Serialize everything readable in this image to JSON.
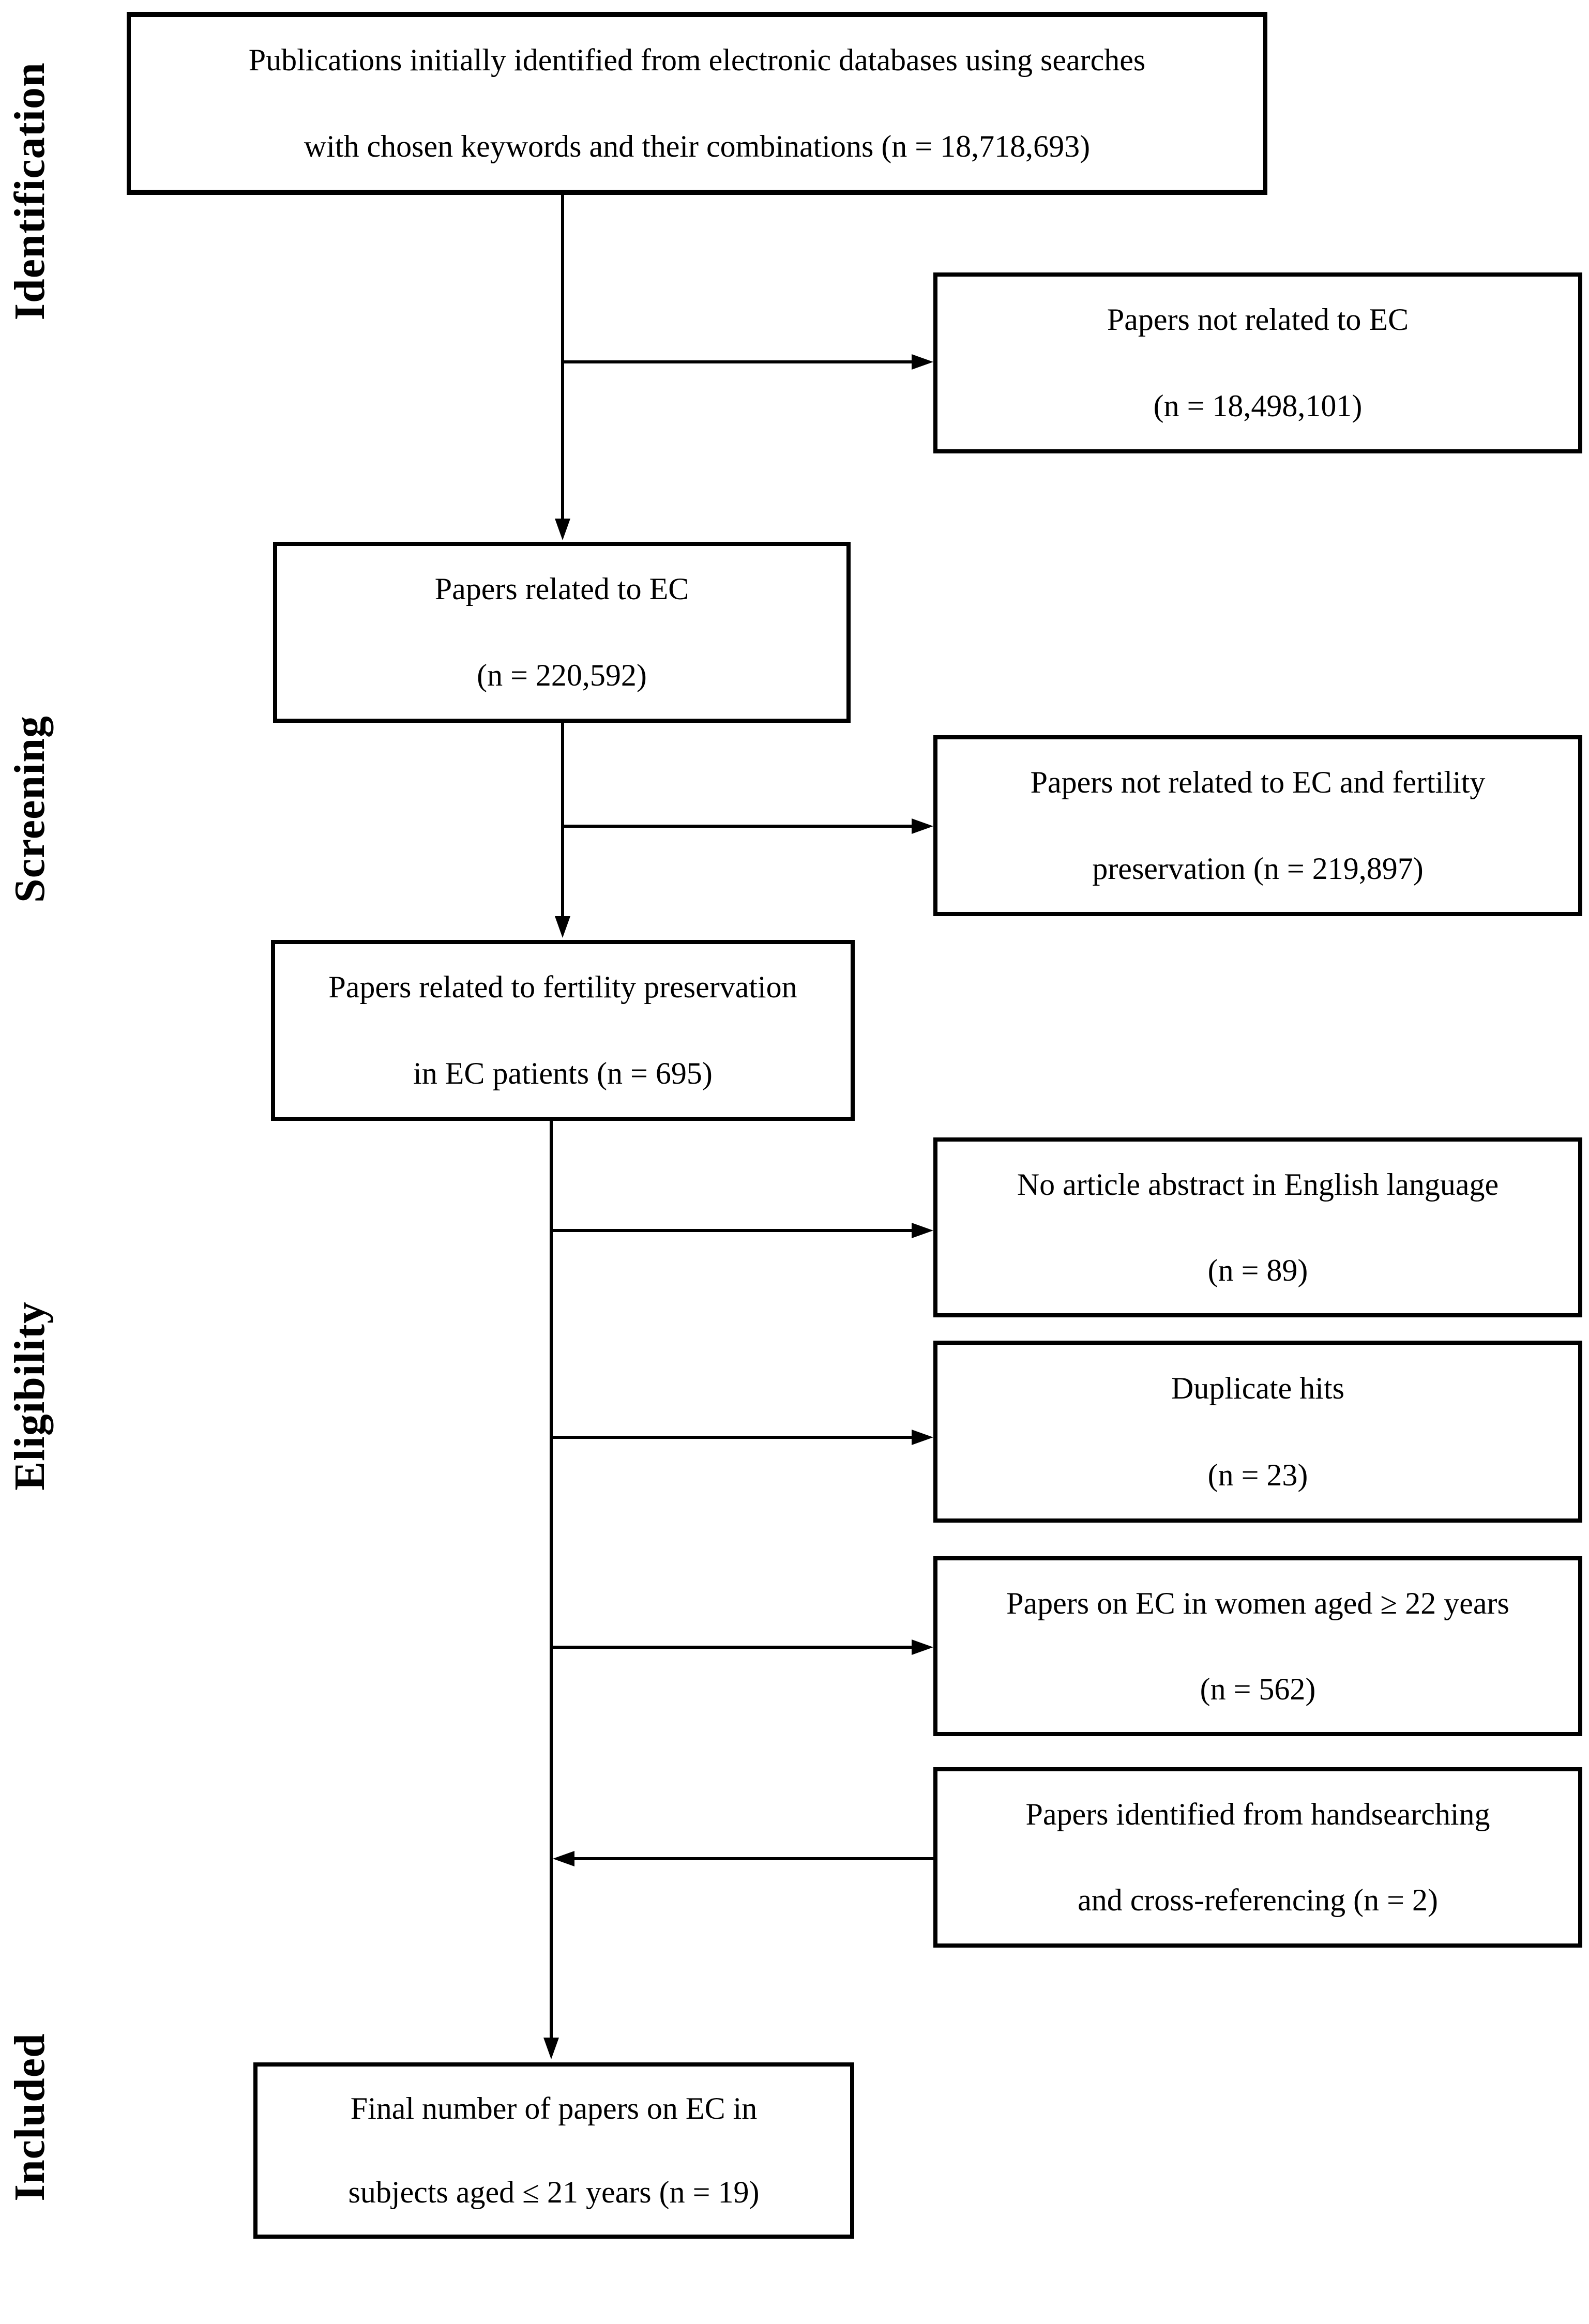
{
  "colors": {
    "background": "#ffffff",
    "line": "#000000",
    "text": "#000000"
  },
  "side_labels": [
    {
      "label": "Identification"
    },
    {
      "label": "Screening"
    },
    {
      "label": "Eligibility"
    },
    {
      "label": "Included"
    }
  ],
  "boxes": [
    {
      "name": "publications-identified",
      "lines": [
        "Publications initially identified from electronic databases using searches",
        "with chosen keywords and their combinations (n = 18,718,693)"
      ]
    },
    {
      "name": "papers-not-related-ec",
      "lines": [
        "Papers not related to EC",
        "(n = 18,498,101)"
      ]
    },
    {
      "name": "papers-related-ec",
      "lines": [
        "Papers related to EC",
        "(n = 220,592)"
      ]
    },
    {
      "name": "papers-not-related-ec-and-fertility",
      "lines": [
        "Papers not related to EC and fertility",
        "preservation (n = 219,897)"
      ]
    },
    {
      "name": "papers-fertility-preservation-ec",
      "lines": [
        "Papers related to fertility preservation",
        "in EC patients (n = 695)"
      ]
    },
    {
      "name": "no-english-abstract",
      "lines": [
        "No article abstract in English language",
        "(n = 89)"
      ]
    },
    {
      "name": "duplicate-hits",
      "lines": [
        "Duplicate hits",
        "(n = 23)"
      ]
    },
    {
      "name": "papers-women-aged-22-plus",
      "lines": [
        "Papers on EC in women aged ≥ 22 years",
        "(n = 562)"
      ]
    },
    {
      "name": "handsearching-cross-referencing",
      "lines": [
        "Papers identified from handsearching",
        "and cross-referencing  (n = 2)"
      ]
    },
    {
      "name": "final-papers-included",
      "lines": [
        "Final number of papers on EC in",
        "subjects aged ≤ 21 years (n = 19)"
      ]
    }
  ]
}
